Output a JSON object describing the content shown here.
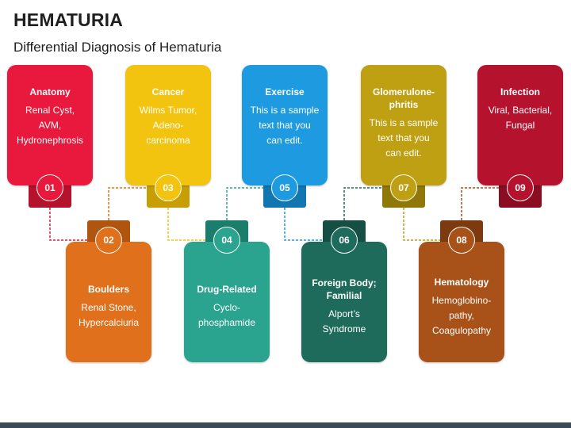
{
  "header": {
    "title": "HEMATURIA",
    "subtitle": "Differential Diagnosis of Hematuria"
  },
  "steps": [
    {
      "number": "01",
      "heading": "Anatomy",
      "body": "Renal Cyst,\nAVM,\nHydronephrosis",
      "row": "top",
      "color": "#e8193c",
      "dark": "#b5122e"
    },
    {
      "number": "02",
      "heading": "Boulders",
      "body": "Renal Stone,\nHypercalciuria",
      "row": "bottom",
      "color": "#e0701c",
      "dark": "#b05510"
    },
    {
      "number": "03",
      "heading": "Cancer",
      "body": "Wilms Tumor,\nAdeno-\ncarcinoma",
      "row": "top",
      "color": "#f2c40f",
      "dark": "#c79f05"
    },
    {
      "number": "04",
      "heading": "Drug-Related",
      "body": "Cyclo-\nphosphamide",
      "row": "bottom",
      "color": "#2aa38f",
      "dark": "#1b7d6c"
    },
    {
      "number": "05",
      "heading": "Exercise",
      "body": "This is a sample\ntext that you\ncan edit.",
      "row": "top",
      "color": "#1e9be0",
      "dark": "#1277b0"
    },
    {
      "number": "06",
      "heading": "Foreign Body;\nFamilial",
      "body": "Alport’s\nSyndrome",
      "row": "bottom",
      "color": "#1f6b5b",
      "dark": "#154f43"
    },
    {
      "number": "07",
      "heading": "Glomerulone-\nphritis",
      "body": "This is a sample\ntext that you\ncan edit.",
      "row": "top",
      "color": "#bea012",
      "dark": "#8f7807"
    },
    {
      "number": "08",
      "heading": "Hematology",
      "body": "Hemoglobino-\npathy,\nCoagulopathy",
      "row": "bottom",
      "color": "#a85118",
      "dark": "#7d3a0f"
    },
    {
      "number": "09",
      "heading": "Infection",
      "body": "Viral, Bacterial,\nFungal",
      "row": "top",
      "color": "#b5122e",
      "dark": "#8a0d22"
    }
  ]
}
